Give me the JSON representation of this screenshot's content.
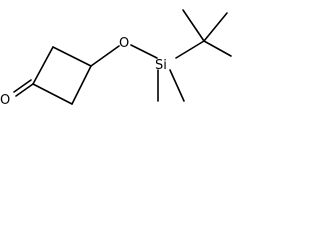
{
  "molecule": {
    "atoms": {
      "oxygen_carbonyl": "O",
      "oxygen_ether": "O",
      "silicon": "Si"
    },
    "colors": {
      "bond": "#000000",
      "label": "#000000",
      "background": "#ffffff"
    }
  }
}
